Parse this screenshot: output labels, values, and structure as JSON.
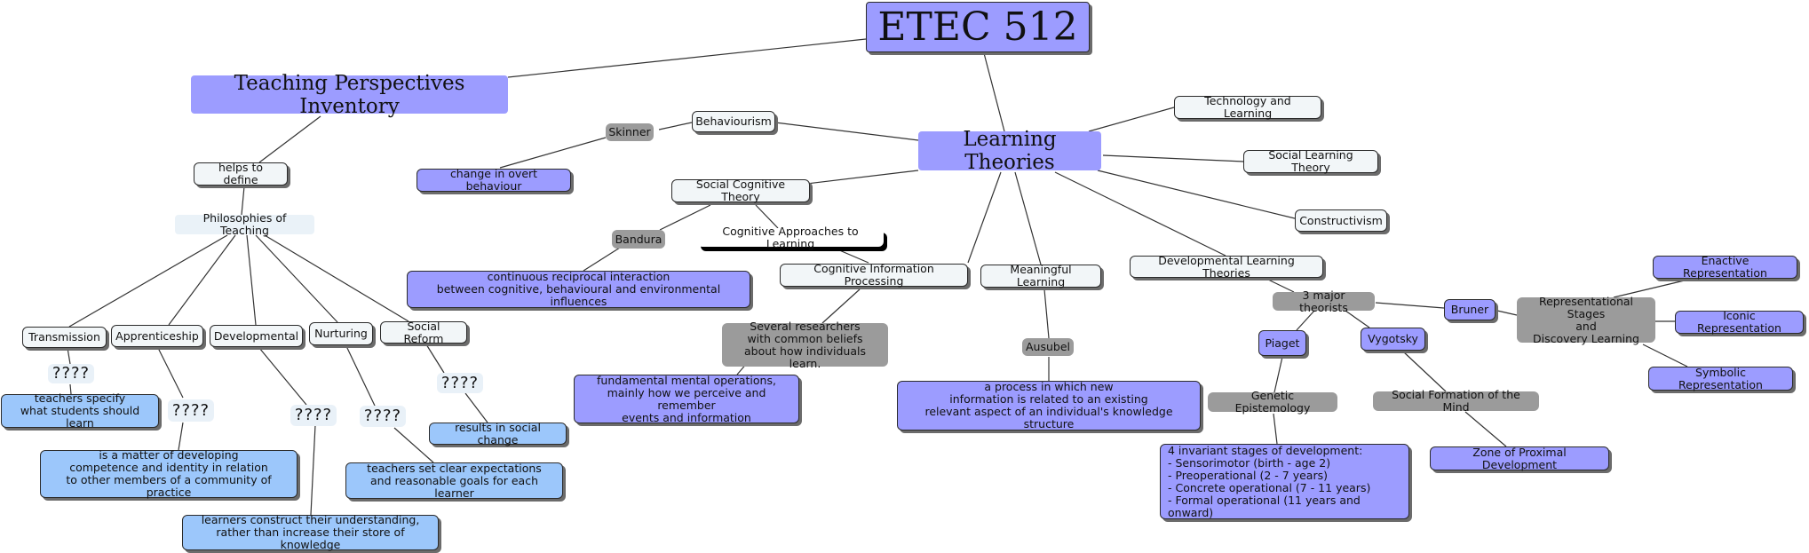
{
  "nodes": {
    "etec": "ETEC 512",
    "tpi": "Teaching Perspectives Inventory",
    "helps": "helps to define",
    "philos": "Philosophies of Teaching",
    "transmission": "Transmission",
    "apprenticeship": "Apprenticeship",
    "developmental": "Developmental",
    "nurturing": "Nurturing",
    "social_reform": "Social Reform",
    "q_transmission": "????",
    "q_apprenticeship": "????",
    "q_developmental": "????",
    "q_nurturing": "????",
    "q_social_reform": "????",
    "t_specify": "teachers specify\nwhat students should learn",
    "developing": "is a matter of developing\ncompetence and identity in relation\nto other members of a community of practice",
    "learners": "learners construct their understanding,\nrather than increase their store of knowledge",
    "expect": "teachers set clear expectations\nand reasonable goals for each learner",
    "social_change": "results in social change",
    "learning_theories": "Learning Theories",
    "behaviourism": "Behaviourism",
    "skinner": "Skinner",
    "overt": "change in overt behaviour",
    "sct": "Social Cognitive Theory",
    "bandura": "Bandura",
    "cal": "Cognitive Approaches to Learning",
    "reciprocal": "continuous reciprocal interaction\nbetween cognitive, behavioural and environmental influences",
    "cip": "Cognitive Information Processing",
    "several": "Several researchers\nwith common beliefs\nabout how individuals learn.",
    "fundamental": "fundamental mental operations,\nmainly how we perceive and remember\nevents and information",
    "meaningful": "Meaningful Learning",
    "ausubel": "Ausubel",
    "process": "a process in which new\ninformation is related to an existing\nrelevant aspect of an individual's knowledge structure",
    "dlt": "Developmental Learning Theories",
    "three_major": "3 major theorists",
    "piaget": "Piaget",
    "vygotsky": "Vygotsky",
    "bruner": "Bruner",
    "genetic": "Genetic Epistemology",
    "stages": "4 invariant stages of development:\n- Sensorimotor (birth - age 2)\n- Preoperational (2 - 7 years)\n- Concrete operational (7 - 11 years)\n- Formal operational (11 years and onward)",
    "social_formation": "Social Formation of the Mind",
    "zpd": "Zone of Proximal Development",
    "rep_stages": "Representational Stages\nand\nDiscovery Learning",
    "enactive": "Enactive Representation",
    "iconic": "Iconic Representation",
    "symbolic": "Symbolic Representation",
    "tech": "Technology and Learning",
    "slt": "Social Learning Theory",
    "constructivism": "Constructivism"
  },
  "colors": {
    "concept_purple": "#9c9cff",
    "concept_blue": "#9cc7fb",
    "concept_white": "#f2f6f8",
    "connector_gray": "#9b9b9b",
    "line": "#333333"
  }
}
